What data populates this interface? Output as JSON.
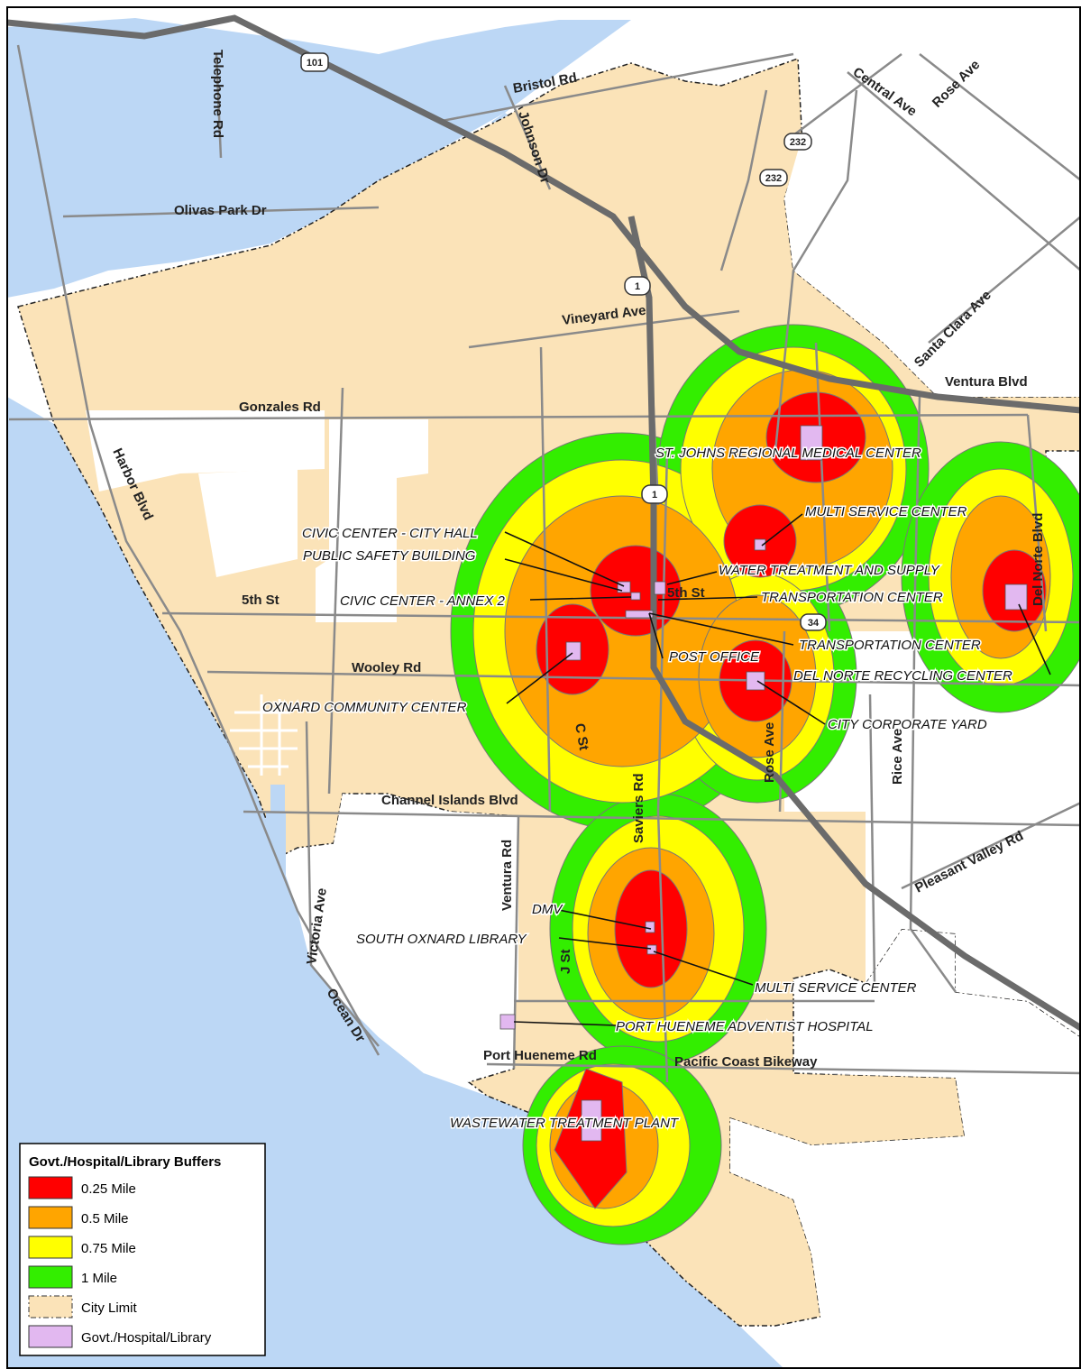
{
  "legend": {
    "title": "Govt./Hospital/Library Buffers",
    "items": [
      {
        "label": "0.25 Mile",
        "color": "#ff0000"
      },
      {
        "label": "0.5 Mile",
        "color": "#ffa500"
      },
      {
        "label": "0.75 Mile",
        "color": "#ffff00"
      },
      {
        "label": "1 Mile",
        "color": "#33ee00"
      },
      {
        "label": "City Limit",
        "color": "#fbe3b8"
      },
      {
        "label": "Govt./Hospital/Library",
        "color": "#e2b8f0"
      }
    ]
  },
  "colors": {
    "water": "#bcd7f5",
    "land": "#ffffff",
    "city": "#fbe3b8",
    "road": "#8a8a8a",
    "freeway": "#6b6b6b",
    "facility": "#e2b8f0"
  },
  "roads": {
    "telephone": "Telephone Rd",
    "bristol": "Bristol Rd",
    "johnson": "Johnson Dr",
    "central": "Central Ave",
    "rose_n": "Rose Ave",
    "olivas": "Olivas Park Dr",
    "vineyard": "Vineyard Ave",
    "santa_clara": "Santa Clara Ave",
    "ventura_blvd": "Ventura Blvd",
    "gonzales": "Gonzales Rd",
    "harbor": "Harbor Blvd",
    "fifth": "5th St",
    "fifth_b": "5th St",
    "wooley": "Wooley Rd",
    "del_norte": "Del Norte Blvd",
    "rose_s": "Rose Ave",
    "rice": "Rice Ave",
    "c_st": "C St",
    "channel": "Channel Islands Blvd",
    "saviers": "Saviers Rd",
    "ventura_rd": "Ventura Rd",
    "pleasant": "Pleasant Valley Rd",
    "victoria": "Victoria Ave",
    "ocean": "Ocean Dr",
    "j_st": "J St",
    "hueneme": "Port Hueneme Rd",
    "bikeway": "Pacific Coast Bikeway"
  },
  "shields": {
    "us101": "101",
    "ca232a": "232",
    "ca232b": "232",
    "ca1a": "1",
    "ca1b": "1",
    "ca34": "34"
  },
  "facilities": {
    "st_johns": "ST. JOHNS REGIONAL MEDICAL CENTER",
    "multi_n": "MULTI SERVICE CENTER",
    "city_hall": "CIVIC CENTER - CITY HALL",
    "public_safety": "PUBLIC SAFETY BUILDING",
    "water": "WATER TREATMENT AND SUPPLY",
    "annex": "CIVIC CENTER - ANNEX 2",
    "transport1": "TRANSPORTATION CENTER",
    "transport2": "TRANSPORTATION CENTER",
    "post_office": "POST OFFICE",
    "del_norte_rc": "DEL NORTE RECYCLING CENTER",
    "community": "OXNARD COMMUNITY CENTER",
    "corp_yard": "CITY CORPORATE YARD",
    "dmv": "DMV",
    "library": "SOUTH OXNARD LIBRARY",
    "multi_s": "MULTI SERVICE CENTER",
    "hospital": "PORT HUENEME ADVENTIST HOSPITAL",
    "wwtp": "WASTEWATER TREATMENT PLANT"
  }
}
